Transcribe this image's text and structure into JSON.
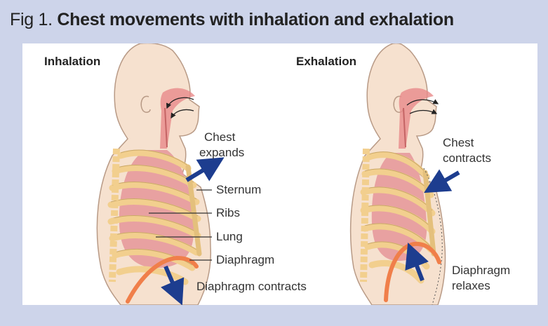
{
  "title": {
    "fig": "Fig 1.",
    "text": "Chest movements with inhalation and exhalation"
  },
  "inhalation": {
    "heading": "Inhalation",
    "chest_line1": "Chest",
    "chest_line2": "expands",
    "labels": {
      "sternum": "Sternum",
      "ribs": "Ribs",
      "lung": "Lung",
      "diaphragm": "Diaphragm"
    },
    "diaphragm_note": "Diaphragm contracts"
  },
  "exhalation": {
    "heading": "Exhalation",
    "chest_line1": "Chest",
    "chest_line2": "contracts",
    "diaphragm_line1": "Diaphragm",
    "diaphragm_line2": "relaxes"
  },
  "colors": {
    "background": "#cdd4ea",
    "skin": "#f6e1cf",
    "skin_outline": "#b89a86",
    "ribs": "#f2cf8e",
    "lung": "#e8a1a1",
    "airway": "#e98a8a",
    "diaphragm": "#f07f4a",
    "arrow": "#1d3d8f"
  }
}
